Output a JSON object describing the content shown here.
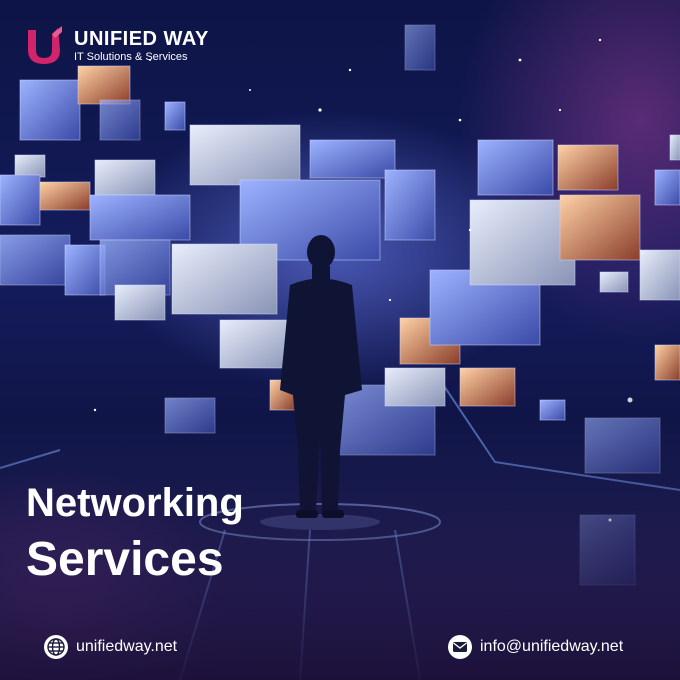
{
  "brand": {
    "name": "UNIFIED WAY",
    "tagline": "IT Solutions & Services"
  },
  "headline": {
    "line1": "Networking",
    "line2": "Services"
  },
  "footer": {
    "website": "unifiedway.net",
    "email": "info@unifiedway.net"
  },
  "colors": {
    "brand_accent": "#d1246b",
    "text": "#ffffff",
    "background": "#141c5c"
  },
  "icons": {
    "website": "globe-icon",
    "email": "mail-icon"
  }
}
